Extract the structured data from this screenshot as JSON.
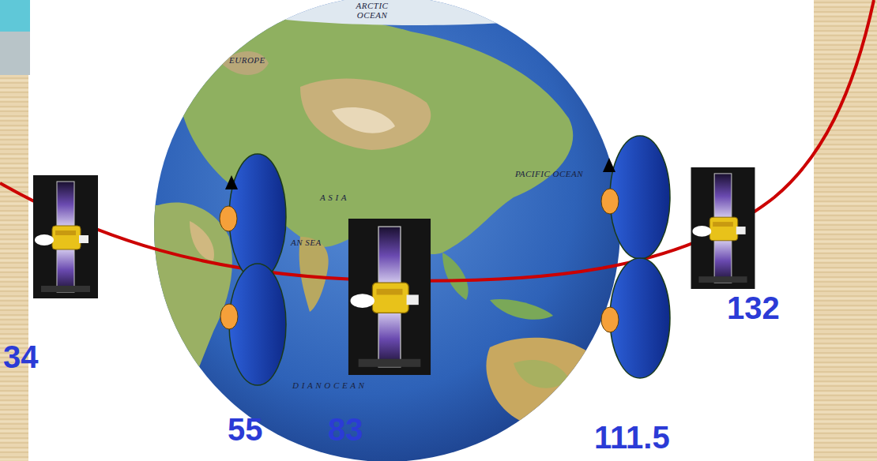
{
  "diagram": {
    "labels": [
      "ARCTIC OCEAN",
      "EUROPE",
      "PACIFIC OCEAN",
      "A S I A",
      "AN SEA",
      "D I A N O C E A N",
      "34",
      "55",
      "83",
      "111.5",
      "132"
    ]
  }
}
